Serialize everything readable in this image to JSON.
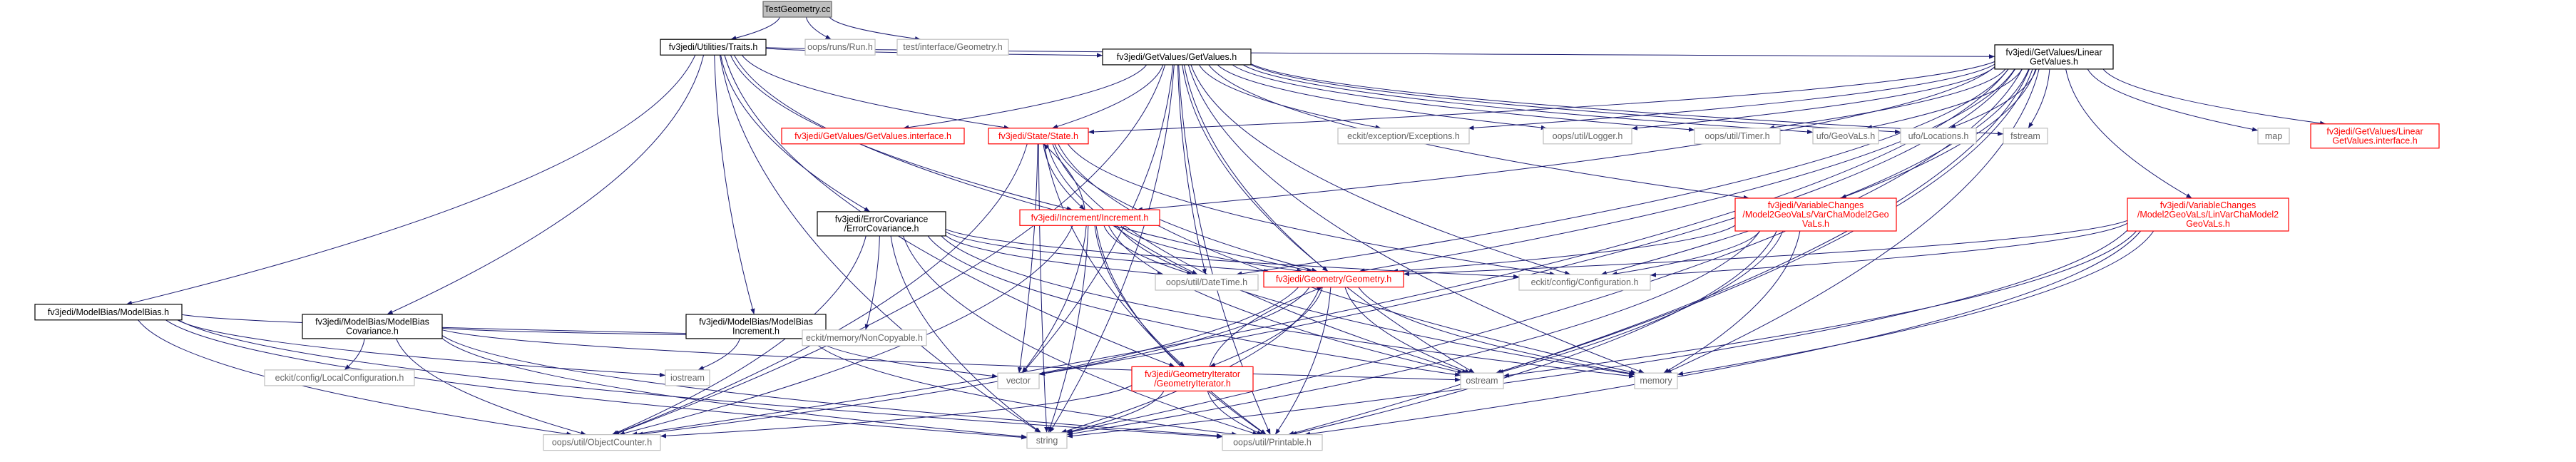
{
  "graph": {
    "title": "Include dependency graph for TestGeometry.cc",
    "colors": {
      "edge": "#191970",
      "edge_gray": "#9a9a9a",
      "box_black": "#000000",
      "box_red": "#ff0000",
      "box_gray": "#bfbfbf",
      "root_fill": "#bfbfbf",
      "text_black": "#000000",
      "text_red": "#ff0000",
      "text_gray": "#666666"
    },
    "nodes": [
      {
        "id": "root",
        "lines": [
          "TestGeometry.cc"
        ],
        "style": "root"
      },
      {
        "id": "traits",
        "lines": [
          "fv3jedi/Utilities/Traits.h"
        ],
        "style": "black"
      },
      {
        "id": "run",
        "lines": [
          "oops/runs/Run.h"
        ],
        "style": "gray"
      },
      {
        "id": "testgeom",
        "lines": [
          "test/interface/Geometry.h"
        ],
        "style": "gray"
      },
      {
        "id": "getvalues",
        "lines": [
          "fv3jedi/GetValues/GetValues.h"
        ],
        "style": "black"
      },
      {
        "id": "lingetvalues",
        "lines": [
          "fv3jedi/GetValues/Linear",
          "GetValues.h"
        ],
        "style": "black"
      },
      {
        "id": "state",
        "lines": [
          "fv3jedi/State/State.h"
        ],
        "style": "red"
      },
      {
        "id": "increment",
        "lines": [
          "fv3jedi/Increment/Increment.h"
        ],
        "style": "red"
      },
      {
        "id": "errcov",
        "lines": [
          "fv3jedi/ErrorCovariance",
          "/ErrorCovariance.h"
        ],
        "style": "black"
      },
      {
        "id": "modelbias",
        "lines": [
          "fv3jedi/ModelBias/ModelBias.h"
        ],
        "style": "black"
      },
      {
        "id": "modelbiascov",
        "lines": [
          "fv3jedi/ModelBias/ModelBias",
          "Covariance.h"
        ],
        "style": "black"
      },
      {
        "id": "modelbiasinc",
        "lines": [
          "fv3jedi/ModelBias/ModelBias",
          "Increment.h"
        ],
        "style": "black"
      },
      {
        "id": "getvaluesiface",
        "lines": [
          "fv3jedi/GetValues/GetValues.interface.h"
        ],
        "style": "red"
      },
      {
        "id": "exceptions",
        "lines": [
          "eckit/exception/Exceptions.h"
        ],
        "style": "gray"
      },
      {
        "id": "logger",
        "lines": [
          "oops/util/Logger.h"
        ],
        "style": "gray"
      },
      {
        "id": "timer",
        "lines": [
          "oops/util/Timer.h"
        ],
        "style": "gray"
      },
      {
        "id": "geovals",
        "lines": [
          "ufo/GeoVaLs.h"
        ],
        "style": "gray"
      },
      {
        "id": "locations",
        "lines": [
          "ufo/Locations.h"
        ],
        "style": "gray"
      },
      {
        "id": "fstream",
        "lines": [
          "fstream"
        ],
        "style": "gray"
      },
      {
        "id": "map",
        "lines": [
          "map"
        ],
        "style": "gray"
      },
      {
        "id": "lingetvaluesiface",
        "lines": [
          "fv3jedi/GetValues/Linear",
          "GetValues.interface.h"
        ],
        "style": "red"
      },
      {
        "id": "vc1",
        "lines": [
          "fv3jedi/VariableChanges",
          "/Model2GeoVaLs/VarChaModel2Geo",
          "VaLs.h"
        ],
        "style": "red"
      },
      {
        "id": "vc2",
        "lines": [
          "fv3jedi/VariableChanges",
          "/Model2GeoVaLs/LinVarChaModel2",
          "GeoVaLs.h"
        ],
        "style": "red"
      },
      {
        "id": "geometry",
        "lines": [
          "fv3jedi/Geometry/Geometry.h"
        ],
        "style": "red"
      },
      {
        "id": "datetime",
        "lines": [
          "oops/util/DateTime.h"
        ],
        "style": "gray"
      },
      {
        "id": "configuration",
        "lines": [
          "eckit/config/Configuration.h"
        ],
        "style": "gray"
      },
      {
        "id": "noncopyable",
        "lines": [
          "eckit/memory/NonCopyable.h"
        ],
        "style": "gray"
      },
      {
        "id": "localconfig",
        "lines": [
          "eckit/config/LocalConfiguration.h"
        ],
        "style": "gray"
      },
      {
        "id": "iostream",
        "lines": [
          "iostream"
        ],
        "style": "gray"
      },
      {
        "id": "vector",
        "lines": [
          "vector"
        ],
        "style": "gray"
      },
      {
        "id": "ostream",
        "lines": [
          "ostream"
        ],
        "style": "gray"
      },
      {
        "id": "memory",
        "lines": [
          "memory"
        ],
        "style": "gray"
      },
      {
        "id": "geomiter",
        "lines": [
          "fv3jedi/GeometryIterator",
          "/GeometryIterator.h"
        ],
        "style": "red"
      },
      {
        "id": "objcounter",
        "lines": [
          "oops/util/ObjectCounter.h"
        ],
        "style": "gray"
      },
      {
        "id": "string",
        "lines": [
          "string"
        ],
        "style": "gray"
      },
      {
        "id": "printable",
        "lines": [
          "oops/util/Printable.h"
        ],
        "style": "gray"
      }
    ],
    "edges": [
      [
        "root",
        "traits"
      ],
      [
        "root",
        "run"
      ],
      [
        "root",
        "testgeom"
      ],
      [
        "traits",
        "getvalues"
      ],
      [
        "traits",
        "lingetvalues"
      ],
      [
        "traits",
        "state"
      ],
      [
        "traits",
        "increment"
      ],
      [
        "traits",
        "errcov"
      ],
      [
        "traits",
        "modelbias"
      ],
      [
        "traits",
        "modelbiascov"
      ],
      [
        "traits",
        "modelbiasinc"
      ],
      [
        "traits",
        "geometry"
      ],
      [
        "traits",
        "geomiter"
      ],
      [
        "traits",
        "string"
      ],
      [
        "getvalues",
        "getvaluesiface"
      ],
      [
        "getvalues",
        "state"
      ],
      [
        "getvalues",
        "exceptions"
      ],
      [
        "getvalues",
        "logger"
      ],
      [
        "getvalues",
        "timer"
      ],
      [
        "getvalues",
        "geovals"
      ],
      [
        "getvalues",
        "locations"
      ],
      [
        "getvalues",
        "fstream"
      ],
      [
        "getvalues",
        "vc1"
      ],
      [
        "getvalues",
        "geometry"
      ],
      [
        "getvalues",
        "datetime"
      ],
      [
        "getvalues",
        "objcounter"
      ],
      [
        "getvalues",
        "printable"
      ],
      [
        "getvalues",
        "string"
      ],
      [
        "getvalues",
        "memory"
      ],
      [
        "getvalues",
        "ostream"
      ],
      [
        "getvalues",
        "vector"
      ],
      [
        "getvalues",
        "configuration"
      ],
      [
        "lingetvalues",
        "state"
      ],
      [
        "lingetvalues",
        "increment"
      ],
      [
        "lingetvalues",
        "exceptions"
      ],
      [
        "lingetvalues",
        "logger"
      ],
      [
        "lingetvalues",
        "timer"
      ],
      [
        "lingetvalues",
        "geovals"
      ],
      [
        "lingetvalues",
        "locations"
      ],
      [
        "lingetvalues",
        "fstream"
      ],
      [
        "lingetvalues",
        "map"
      ],
      [
        "lingetvalues",
        "lingetvaluesiface"
      ],
      [
        "lingetvalues",
        "vc1"
      ],
      [
        "lingetvalues",
        "vc2"
      ],
      [
        "lingetvalues",
        "geometry"
      ],
      [
        "lingetvalues",
        "datetime"
      ],
      [
        "lingetvalues",
        "objcounter"
      ],
      [
        "lingetvalues",
        "printable"
      ],
      [
        "lingetvalues",
        "string"
      ],
      [
        "lingetvalues",
        "memory"
      ],
      [
        "lingetvalues",
        "ostream"
      ],
      [
        "lingetvalues",
        "vector"
      ],
      [
        "lingetvalues",
        "configuration"
      ],
      [
        "state",
        "increment"
      ],
      [
        "state",
        "geometry"
      ],
      [
        "state",
        "datetime"
      ],
      [
        "state",
        "objcounter"
      ],
      [
        "state",
        "printable"
      ],
      [
        "state",
        "string"
      ],
      [
        "state",
        "memory"
      ],
      [
        "state",
        "ostream"
      ],
      [
        "state",
        "vector"
      ],
      [
        "state",
        "configuration"
      ],
      [
        "increment",
        "state"
      ],
      [
        "increment",
        "geometry"
      ],
      [
        "increment",
        "geomiter"
      ],
      [
        "increment",
        "datetime"
      ],
      [
        "increment",
        "objcounter"
      ],
      [
        "increment",
        "printable"
      ],
      [
        "increment",
        "string"
      ],
      [
        "increment",
        "memory"
      ],
      [
        "increment",
        "ostream"
      ],
      [
        "increment",
        "vector"
      ],
      [
        "errcov",
        "geometry"
      ],
      [
        "errcov",
        "datetime"
      ],
      [
        "errcov",
        "noncopyable"
      ],
      [
        "errcov",
        "objcounter"
      ],
      [
        "errcov",
        "printable"
      ],
      [
        "errcov",
        "string"
      ],
      [
        "errcov",
        "memory"
      ],
      [
        "errcov",
        "ostream"
      ],
      [
        "errcov",
        "configuration"
      ],
      [
        "modelbias",
        "noncopyable"
      ],
      [
        "modelbias",
        "objcounter"
      ],
      [
        "modelbias",
        "printable"
      ],
      [
        "modelbias",
        "string"
      ],
      [
        "modelbias",
        "iostream"
      ],
      [
        "modelbiascov",
        "noncopyable"
      ],
      [
        "modelbiascov",
        "localconfig"
      ],
      [
        "modelbiascov",
        "objcounter"
      ],
      [
        "modelbiascov",
        "printable"
      ],
      [
        "modelbiascov",
        "string"
      ],
      [
        "modelbiascov",
        "ostream"
      ],
      [
        "modelbiasinc",
        "iostream"
      ],
      [
        "modelbiasinc",
        "printable"
      ],
      [
        "modelbiasinc",
        "vector"
      ],
      [
        "vc1",
        "geometry"
      ],
      [
        "vc1",
        "configuration"
      ],
      [
        "vc1",
        "memory"
      ],
      [
        "vc1",
        "ostream"
      ],
      [
        "vc1",
        "string"
      ],
      [
        "vc1",
        "printable"
      ],
      [
        "vc2",
        "geometry"
      ],
      [
        "vc2",
        "configuration"
      ],
      [
        "vc2",
        "memory"
      ],
      [
        "vc2",
        "ostream"
      ],
      [
        "vc2",
        "string"
      ],
      [
        "vc2",
        "printable"
      ],
      [
        "geometry",
        "geomiter"
      ],
      [
        "geometry",
        "vector"
      ],
      [
        "geometry",
        "ostream"
      ],
      [
        "geometry",
        "memory"
      ],
      [
        "geometry",
        "string"
      ],
      [
        "geometry",
        "objcounter"
      ],
      [
        "geometry",
        "printable"
      ],
      [
        "geomiter",
        "geometry"
      ],
      [
        "geomiter",
        "string"
      ],
      [
        "geomiter",
        "printable"
      ],
      [
        "geomiter",
        "objcounter"
      ]
    ]
  }
}
